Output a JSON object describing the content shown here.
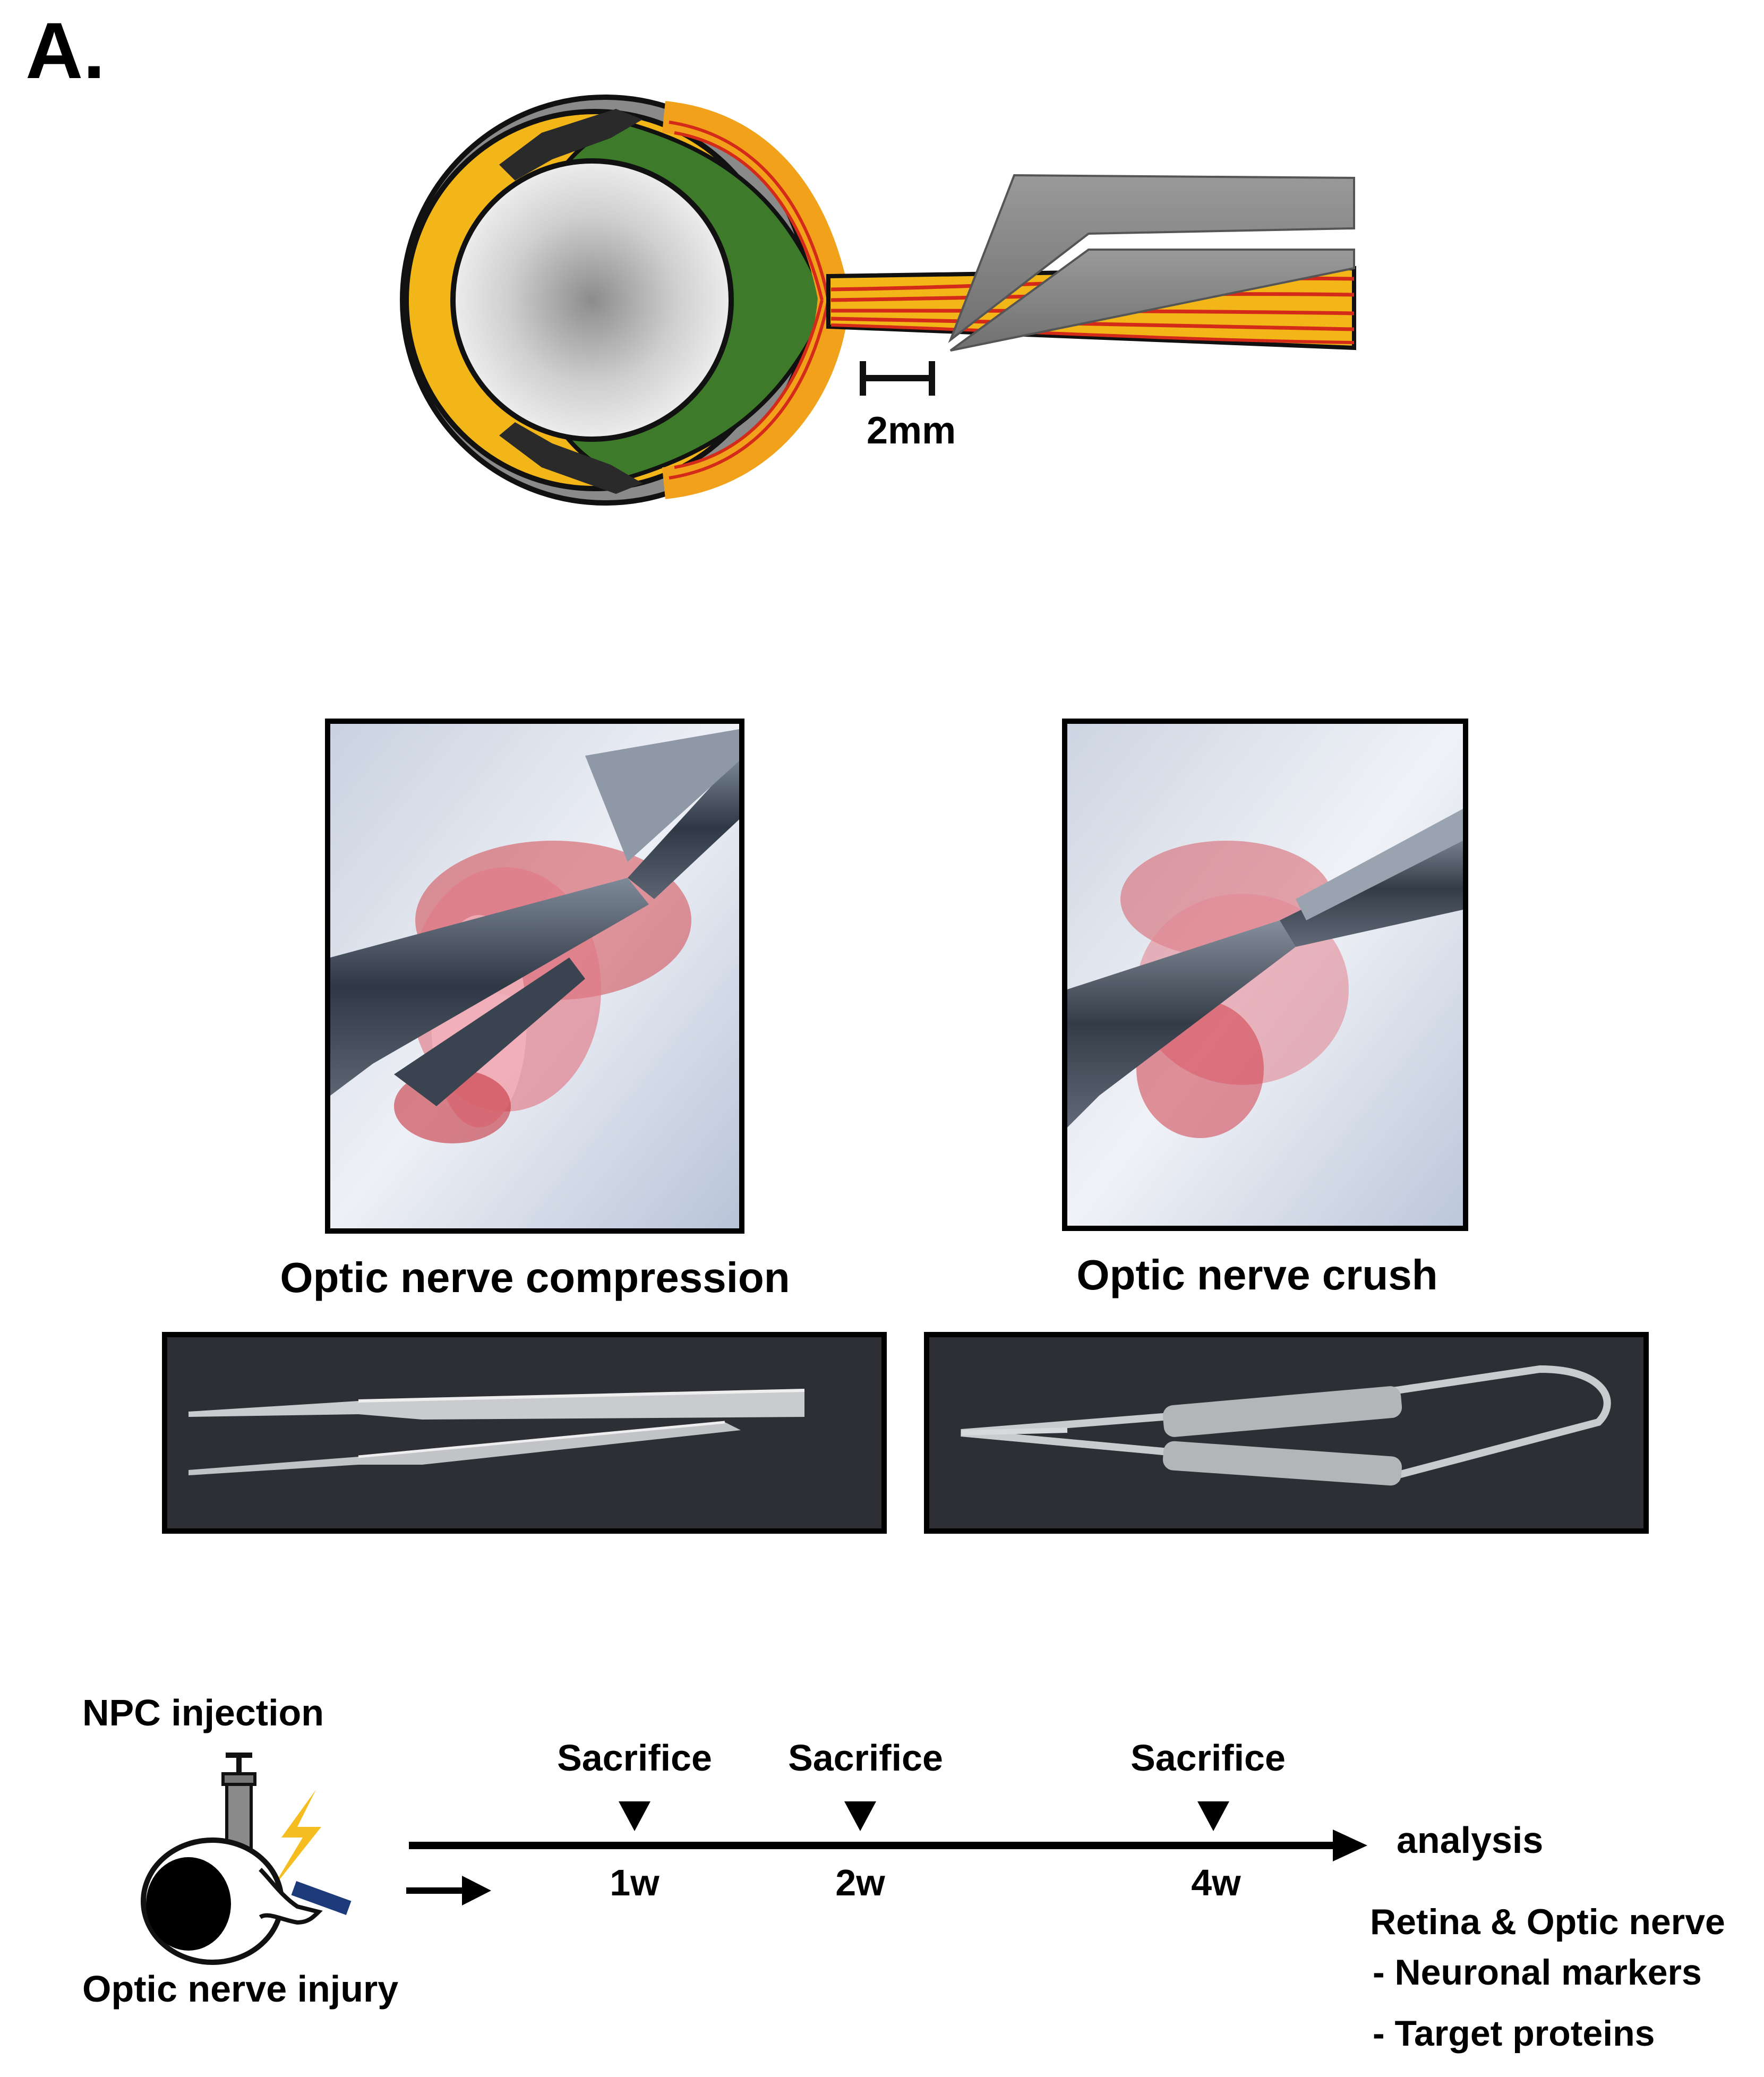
{
  "panel_label": "A.",
  "eye_diagram": {
    "scale_label": "2mm"
  },
  "photos": {
    "compression": {
      "caption": "Optic nerve compression"
    },
    "crush": {
      "caption": "Optic nerve crush"
    }
  },
  "timeline": {
    "npc_injection_label": "NPC injection",
    "injury_label": "Optic nerve injury",
    "events": [
      {
        "label": "Sacrifice",
        "time": "1w"
      },
      {
        "label": "Sacrifice",
        "time": "2w"
      },
      {
        "label": "Sacrifice",
        "time": "4w"
      }
    ],
    "analysis_label": "analysis",
    "analysis_target": "Retina & Optic nerve",
    "analysis_items": [
      "- Neuronal markers",
      "- Target proteins"
    ]
  }
}
